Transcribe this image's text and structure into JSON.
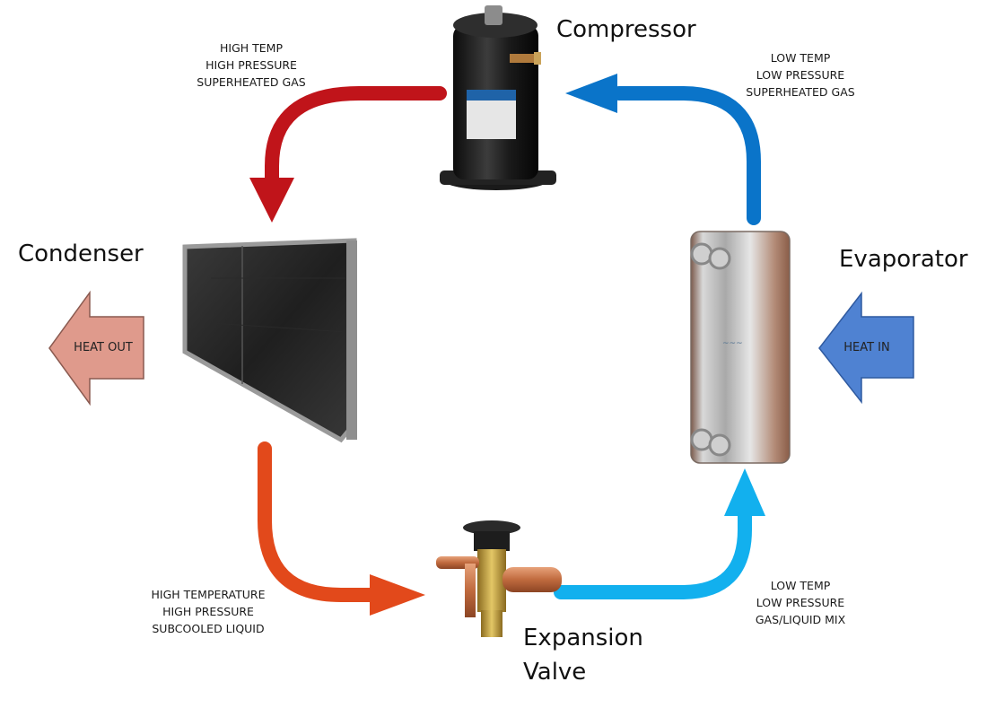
{
  "components": {
    "compressor": "Compressor",
    "condenser": "Condenser",
    "evaporator": "Evaporator",
    "expansion_valve_line1": "Expansion",
    "expansion_valve_line2": "Valve"
  },
  "states": {
    "compressor_outlet": [
      "HIGH TEMP",
      "HIGH PRESSURE",
      "SUPERHEATED GAS"
    ],
    "evaporator_outlet": [
      "LOW TEMP",
      "LOW PRESSURE",
      "SUPERHEATED GAS"
    ],
    "condenser_outlet": [
      "HIGH TEMPERATURE",
      "HIGH PRESSURE",
      "SUBCOOLED LIQUID"
    ],
    "valve_outlet": [
      "LOW TEMP",
      "LOW PRESSURE",
      "GAS/LIQUID MIX"
    ]
  },
  "heat": {
    "out_label": "HEAT OUT",
    "in_label": "HEAT IN"
  },
  "colors": {
    "hot_gas": "#c0141a",
    "hot_liquid": "#e2491b",
    "cold_gas": "#0a74c9",
    "cold_mix": "#12b0ee",
    "heat_out_fill": "#df9a8c",
    "heat_in_fill": "#4f82d2"
  }
}
